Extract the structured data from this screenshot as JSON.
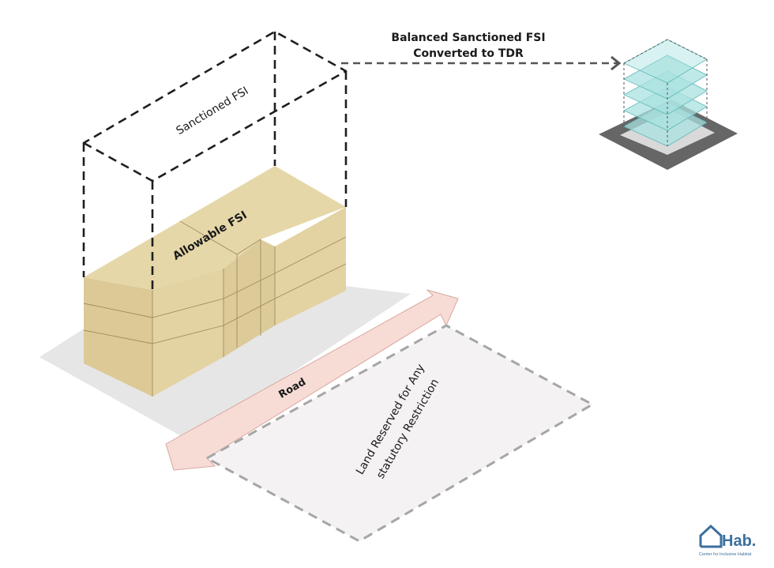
{
  "labels": {
    "sanctioned_fsi": "Sanctioned FSI",
    "allowable_fsi": "Allowable FSI",
    "tdr_line1": "Balanced Sanctioned FSI",
    "tdr_line2": "Converted to TDR",
    "road": "Road",
    "reserved_line1": "Land Reserved for Any",
    "reserved_line2": "statutory Restriction"
  },
  "logo": {
    "name": "Hab.",
    "tagline": "Center for Inclusive Habitat"
  },
  "colors": {
    "building": "#e3d3a2",
    "building_side": "#d6c48f",
    "plot": "#e4e4e4",
    "road": "#f7dcd6",
    "reserved": "#f3f1f1",
    "tdr_glass": "#a9e2e0",
    "logo": "#3b6f9e"
  }
}
